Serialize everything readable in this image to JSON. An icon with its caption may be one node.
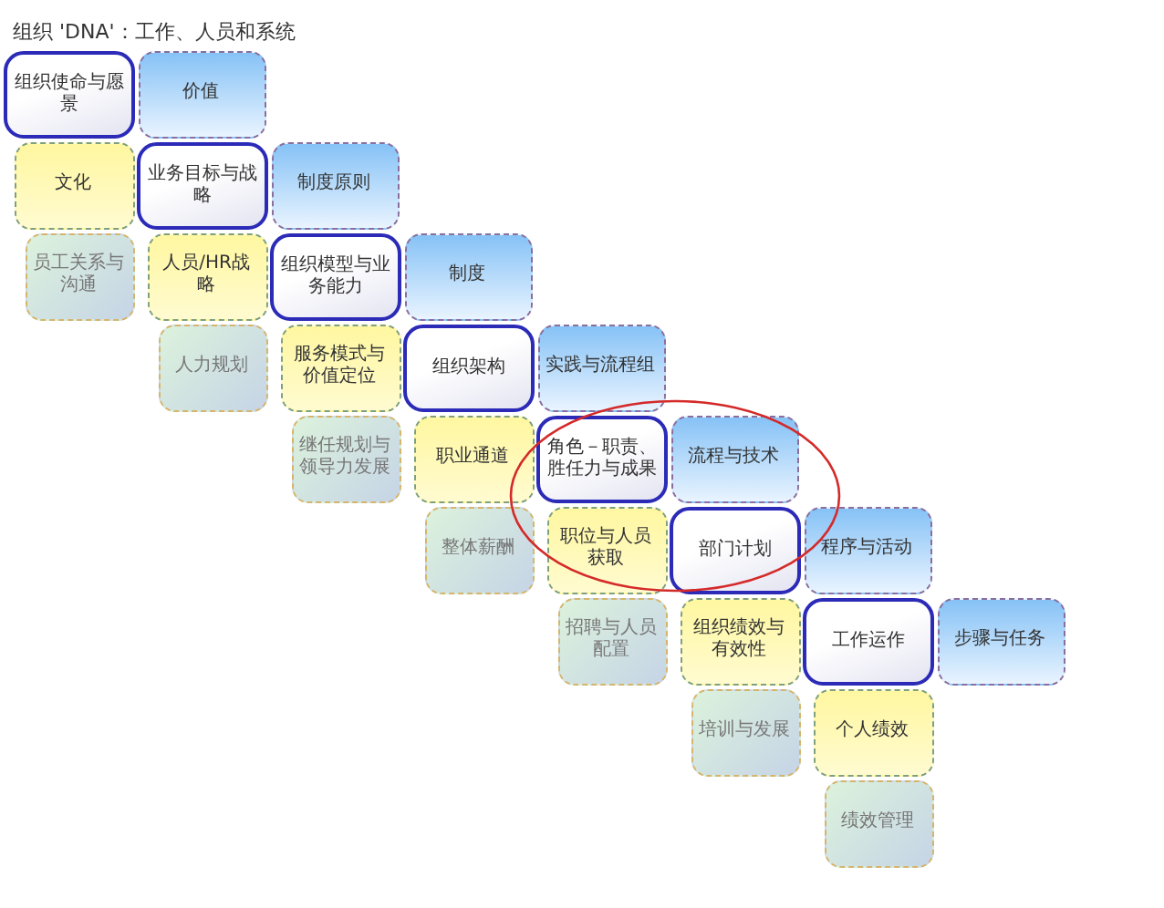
{
  "diagram": {
    "title": "组织 'DNA'：工作、人员和系统",
    "nodes": [
      {
        "text": [
          "组织使命与愿景"
        ]
      },
      {
        "text": [
          "价值"
        ]
      },
      {
        "text": [
          "文化"
        ]
      },
      {
        "text": [
          "员工关系与沟通"
        ]
      },
      {
        "text": [
          "业务目标与战略"
        ]
      },
      {
        "text": [
          "制度原则"
        ]
      },
      {
        "text": [
          "人员/HR战略"
        ]
      },
      {
        "text": [
          "人力规划"
        ]
      },
      {
        "text": [
          "组织模型与业务能力"
        ]
      },
      {
        "text": [
          "制度"
        ]
      },
      {
        "text": [
          "服务模式与价值定位"
        ]
      },
      {
        "text": [
          "继任规划与领导力发展"
        ]
      },
      {
        "text": [
          "组织架构"
        ]
      },
      {
        "text": [
          "实践与流程组"
        ]
      },
      {
        "text": [
          "职业通道"
        ]
      },
      {
        "text": [
          "整体薪酬"
        ]
      },
      {
        "text": [
          "角色－职责、胜任力与成果"
        ]
      },
      {
        "text": [
          "流程与技术"
        ]
      },
      {
        "text": [
          "职位与人员获取"
        ]
      },
      {
        "text": [
          "招聘与人员配置"
        ]
      },
      {
        "text": [
          "部门计划"
        ]
      },
      {
        "text": [
          "程序与活动"
        ]
      },
      {
        "text": [
          "组织绩效与有效性"
        ]
      },
      {
        "text": [
          "培训与发展"
        ]
      },
      {
        "text": [
          "工作运作"
        ]
      },
      {
        "text": [
          "步骤与任务"
        ]
      },
      {
        "text": [
          "个人绩效"
        ]
      },
      {
        "text": [
          "绩效管理"
        ]
      }
    ]
  }
}
